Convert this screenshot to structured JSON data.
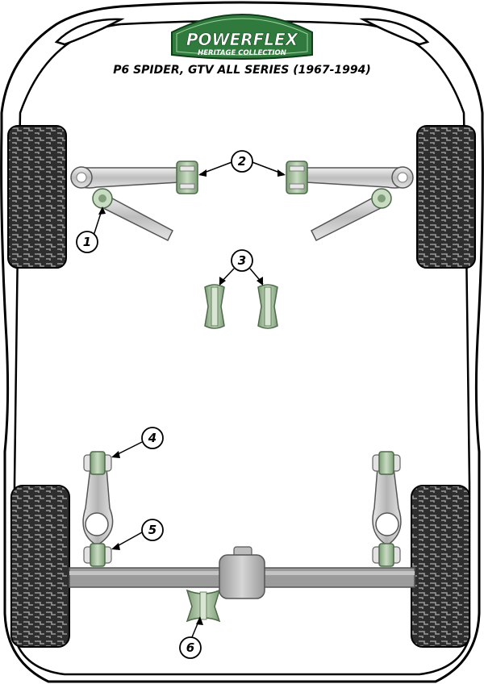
{
  "header": {
    "brand": "POWERFLEX",
    "collection": "HERITAGE COLLECTION",
    "model": "P6 SPIDER, GTV ALL SERIES (1967-1994)"
  },
  "callouts": [
    {
      "id": "1",
      "label": "1"
    },
    {
      "id": "2",
      "label": "2"
    },
    {
      "id": "3",
      "label": "3"
    },
    {
      "id": "4",
      "label": "4"
    },
    {
      "id": "5",
      "label": "5"
    },
    {
      "id": "6",
      "label": "6"
    }
  ],
  "colors": {
    "body_outline": "#000000",
    "bushing_green": "#a8c4a0",
    "bushing_dark": "#6f8e6a",
    "metal_grey": "#c8c8c8",
    "tyre_dark": "#2c2c2c",
    "logo_green": "#2f7a3c"
  }
}
